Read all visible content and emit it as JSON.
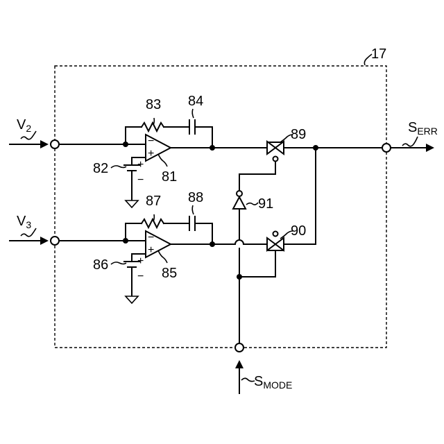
{
  "block": {
    "label": "17"
  },
  "inputs": {
    "v2": {
      "main": "V",
      "sub": "2"
    },
    "v3": {
      "main": "V",
      "sub": "3"
    }
  },
  "output": {
    "main": "S",
    "sub": "ERR"
  },
  "mode": {
    "main": "S",
    "sub": "MODE"
  },
  "components": {
    "amp1": "81",
    "src1": "82",
    "res1": "83",
    "cap1": "84",
    "amp2": "85",
    "src2": "86",
    "res2": "87",
    "cap2": "88",
    "switch1": "89",
    "switch2": "90",
    "inverter": "91"
  },
  "signs": {
    "minus": "−",
    "plus": "+"
  }
}
